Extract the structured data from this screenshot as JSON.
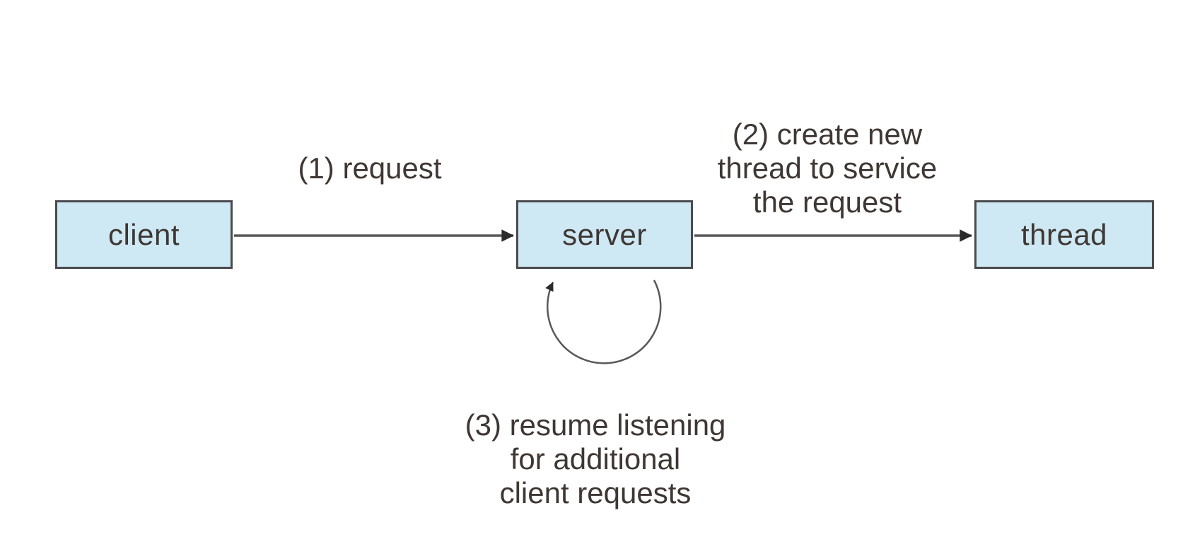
{
  "palette": {
    "background": "#ffffff",
    "node_fill": "#cfe9f4",
    "node_border": "#4a4b4e",
    "text_color": "#3e3733",
    "arrow_color": "#58585a",
    "arrowhead_color": "#2b2b2b"
  },
  "nodes": [
    {
      "id": "client",
      "label": "client"
    },
    {
      "id": "server",
      "label": "server"
    },
    {
      "id": "thread",
      "label": "thread"
    }
  ],
  "annotations": [
    {
      "id": "step-1",
      "text": "(1) request"
    },
    {
      "id": "step-2",
      "text": "(2) create new\nthread to service\nthe request"
    },
    {
      "id": "step-3",
      "text": "(3) resume listening\nfor additional\nclient requests"
    }
  ]
}
